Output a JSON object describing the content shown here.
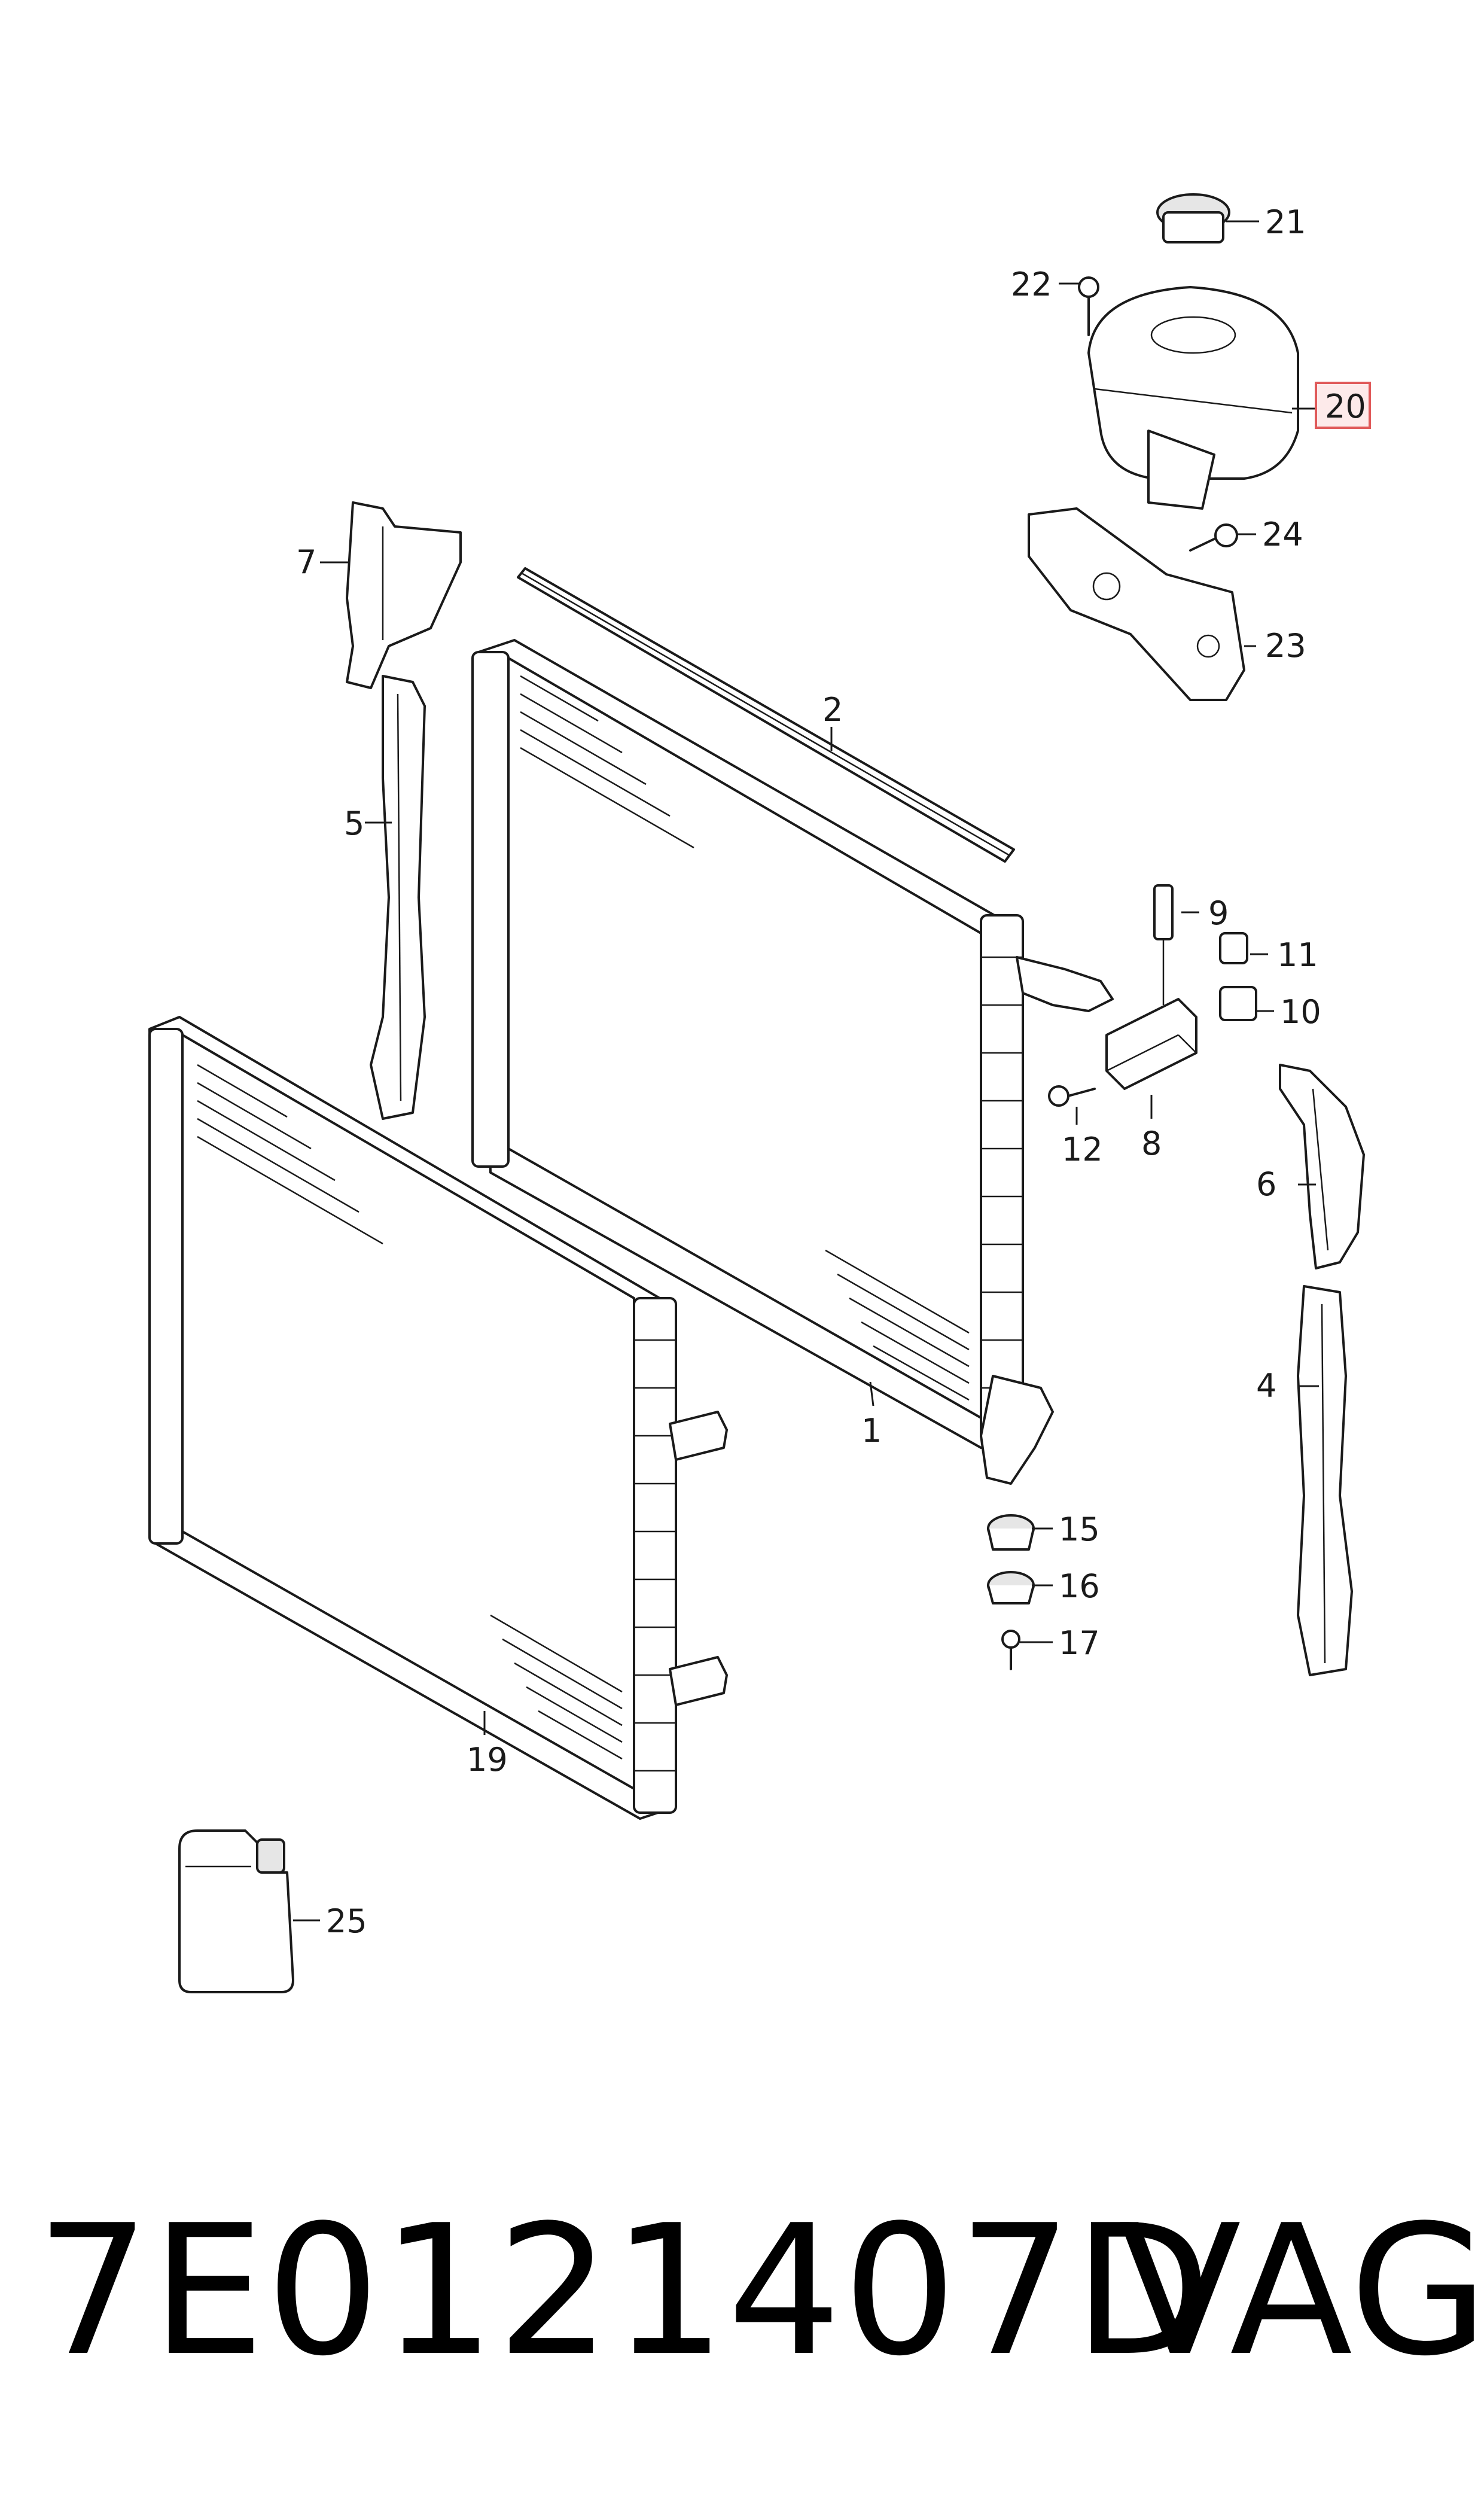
{
  "callouts": {
    "c1": "1",
    "c2": "2",
    "c4": "4",
    "c5": "5",
    "c6": "6",
    "c7": "7",
    "c8": "8",
    "c9": "9",
    "c10": "10",
    "c11": "11",
    "c12": "12",
    "c15": "15",
    "c16": "16",
    "c17": "17",
    "c19": "19",
    "c20": "20",
    "c21": "21",
    "c22": "22",
    "c23": "23",
    "c24": "24",
    "c25": "25"
  },
  "highlighted_callout": "20",
  "highlight_color": "#e05a5a",
  "footer": {
    "part_number": "7E0121407D",
    "brand": "VAG"
  }
}
